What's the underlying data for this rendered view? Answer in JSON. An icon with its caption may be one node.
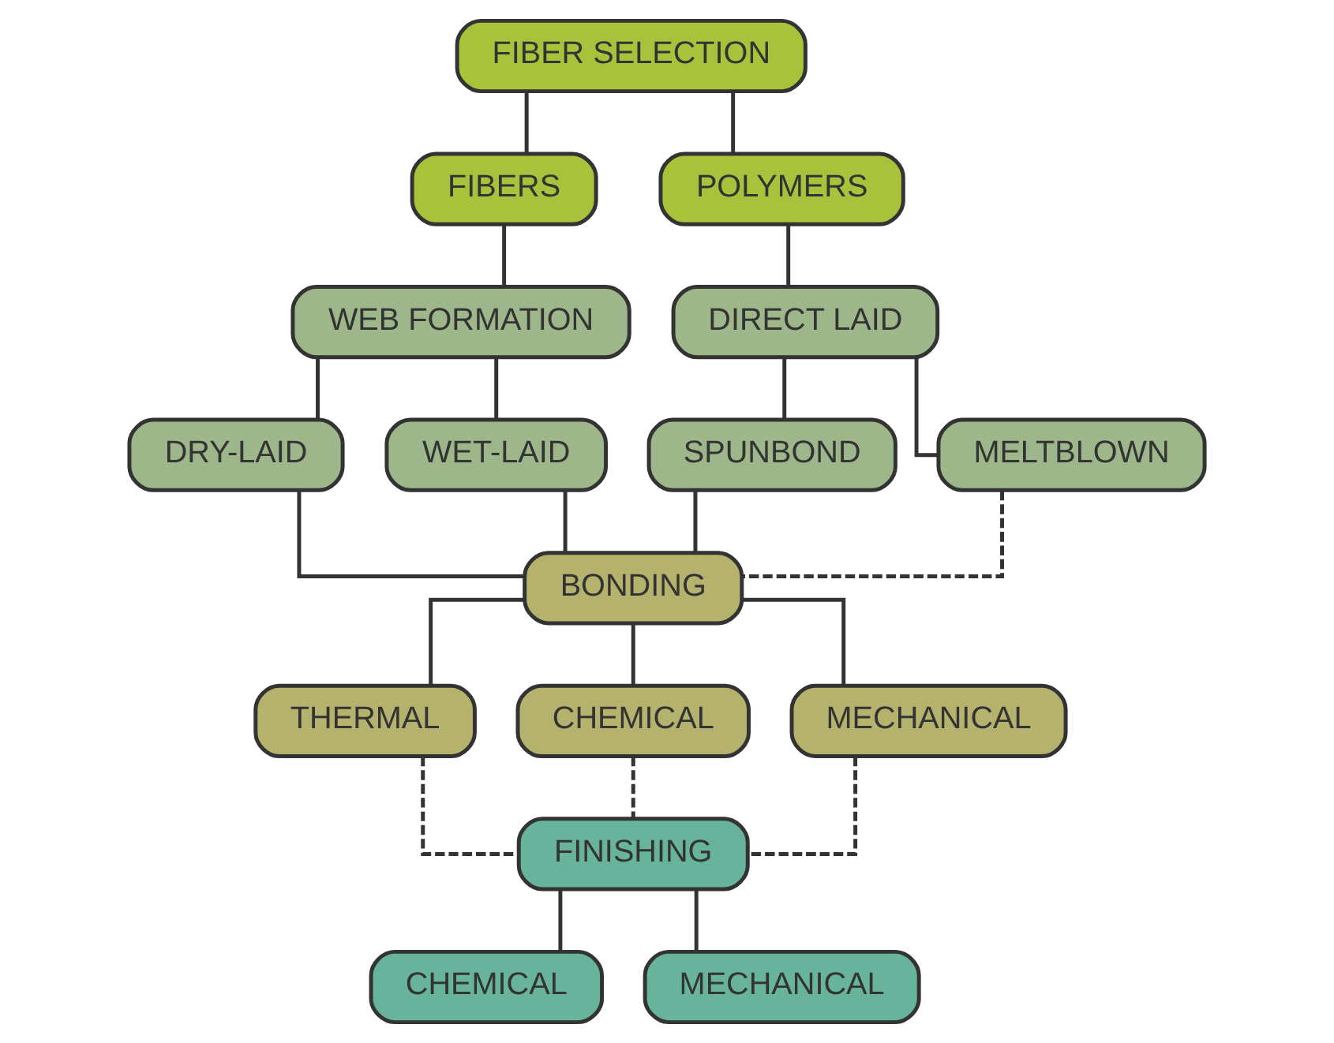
{
  "diagram": {
    "nodes": [
      {
        "text": [
          "FIBER SELECTION"
        ]
      },
      {
        "text": [
          "FIBERS"
        ]
      },
      {
        "text": [
          "POLYMERS"
        ]
      },
      {
        "text": [
          "WEB FORMATION"
        ]
      },
      {
        "text": [
          "DIRECT LAID"
        ]
      },
      {
        "text": [
          "DRY-LAID"
        ]
      },
      {
        "text": [
          "WET-LAID"
        ]
      },
      {
        "text": [
          "SPUNBOND"
        ]
      },
      {
        "text": [
          "MELTBLOWN"
        ]
      },
      {
        "text": [
          "BONDING"
        ]
      },
      {
        "text": [
          "THERMAL"
        ]
      },
      {
        "text": [
          "CHEMICAL"
        ]
      },
      {
        "text": [
          "MECHANICAL"
        ]
      },
      {
        "text": [
          "FINISHING"
        ]
      },
      {
        "text": [
          "CHEMICAL"
        ]
      },
      {
        "text": [
          "MECHANICAL"
        ]
      }
    ],
    "edges": [
      {
        "from": 0,
        "to": 1,
        "arrow": "none"
      },
      {
        "from": 0,
        "to": 2,
        "arrow": "none"
      },
      {
        "from": 1,
        "to": 3,
        "arrow": "none"
      },
      {
        "from": 2,
        "to": 4,
        "arrow": "none"
      },
      {
        "from": 3,
        "to": 5,
        "arrow": "none"
      },
      {
        "from": 3,
        "to": 6,
        "arrow": "none"
      },
      {
        "from": 4,
        "to": 7,
        "arrow": "none"
      },
      {
        "from": 4,
        "to": 8,
        "arrow": "none"
      },
      {
        "from": 5,
        "to": 9,
        "arrow": "none"
      },
      {
        "from": 6,
        "to": 9,
        "arrow": "none"
      },
      {
        "from": 7,
        "to": 9,
        "arrow": "none"
      },
      {
        "from": 8,
        "to": 9,
        "arrow": "none",
        "style": "dashed"
      },
      {
        "from": 9,
        "to": 10,
        "arrow": "none"
      },
      {
        "from": 9,
        "to": 11,
        "arrow": "none"
      },
      {
        "from": 9,
        "to": 12,
        "arrow": "none"
      },
      {
        "from": 10,
        "to": 13,
        "arrow": "none",
        "style": "dashed"
      },
      {
        "from": 11,
        "to": 13,
        "arrow": "none",
        "style": "dashed"
      },
      {
        "from": 12,
        "to": 13,
        "arrow": "none",
        "style": "dashed"
      },
      {
        "from": 13,
        "to": 14,
        "arrow": "none"
      },
      {
        "from": 13,
        "to": 15,
        "arrow": "none"
      }
    ]
  }
}
